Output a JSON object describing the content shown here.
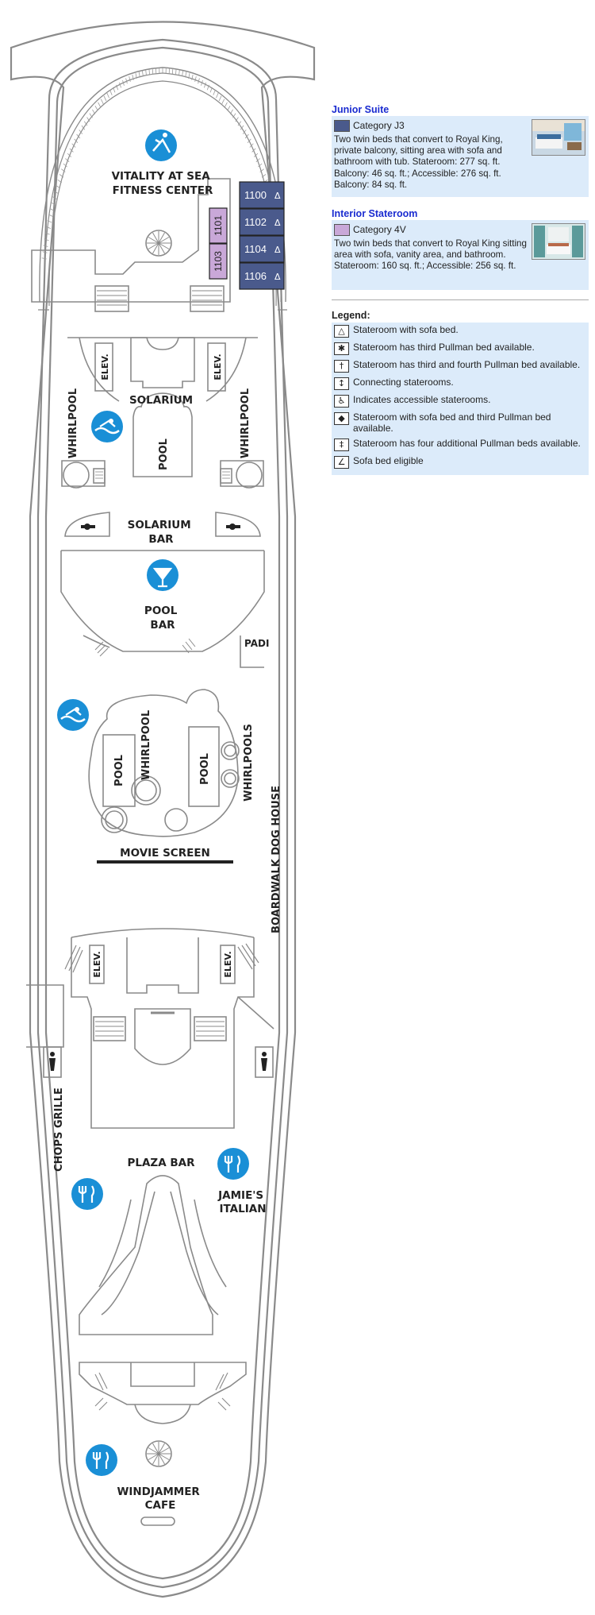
{
  "deck_labels": {
    "fitness_center": [
      "VITALITY AT SEA",
      "FITNESS CENTER"
    ],
    "solarium": "SOLARIUM",
    "whirlpool_left": "WHIRLPOOL",
    "whirlpool_right": "WHIRLPOOL",
    "pool_upper": "POOL",
    "solarium_bar": [
      "SOLARIUM",
      "BAR"
    ],
    "pool_bar": [
      "POOL",
      "BAR"
    ],
    "padi": "PADI",
    "pool_left": "POOL",
    "whirlpool_center": "WHIRLPOOL",
    "pool_right": "POOL",
    "whirlpools": "WHIRLPOOLS",
    "movie_screen": "MOVIE SCREEN",
    "boardwalk_dog_house": "BOARDWALK DOG HOUSE",
    "elev_top_left": "ELEV.",
    "elev_top_right": "ELEV.",
    "elev_mid_left": "ELEV.",
    "elev_mid_right": "ELEV.",
    "chops_grille": "CHOPS GRILLE",
    "plaza_bar": "PLAZA BAR",
    "jamies_italian": [
      "JAMIE'S",
      "ITALIAN"
    ],
    "windjammer_cafe": [
      "WINDJAMMER",
      "CAFE"
    ]
  },
  "staterooms": {
    "suites": [
      {
        "number": "1100",
        "mark": "Δ"
      },
      {
        "number": "1102",
        "mark": "Δ"
      },
      {
        "number": "1104",
        "mark": "Δ"
      },
      {
        "number": "1106",
        "mark": "Δ"
      }
    ],
    "interior": [
      "1101",
      "1103"
    ]
  },
  "categories": [
    {
      "title": "Junior Suite",
      "code": "Category J3",
      "color": "#4a5a8c",
      "description": "Two twin beds that convert to Royal King, private balcony, sitting area with sofa and bathroom with tub. Stateroom: 277 sq. ft. Balcony: 46 sq. ft.; Accessible: 276 sq. ft. Balcony: 84 sq. ft."
    },
    {
      "title": "Interior Stateroom",
      "code": "Category 4V",
      "color": "#c9a8d8",
      "description": "Two twin beds that convert to Royal King sitting area with sofa, vanity area, and bathroom. Stateroom: 160 sq. ft.; Accessible: 256 sq. ft."
    }
  ],
  "legend": {
    "title": "Legend:",
    "items": [
      {
        "icon": "triangle-icon",
        "symbol": "△",
        "text": "Stateroom with sofa bed."
      },
      {
        "icon": "asterisk-icon",
        "symbol": "✱",
        "text": "Stateroom has third Pullman bed available."
      },
      {
        "icon": "dagger-icon",
        "symbol": "†",
        "text": "Stateroom has third and fourth Pullman bed available."
      },
      {
        "icon": "connecting-arrow-icon",
        "symbol": "↕",
        "text": "Connecting staterooms."
      },
      {
        "icon": "wheelchair-icon",
        "symbol": "♿",
        "text": "Indicates accessible staterooms."
      },
      {
        "icon": "diamond-icon",
        "symbol": "◆",
        "text": "Stateroom with sofa bed and third Pullman bed available."
      },
      {
        "icon": "double-dagger-icon",
        "symbol": "‡",
        "text": "Stateroom has four additional Pullman beds available."
      },
      {
        "icon": "sofa-bed-icon",
        "symbol": "∠",
        "text": "Sofa bed eligible"
      }
    ]
  },
  "colors": {
    "icon_blue": "#1a8fd6",
    "hull_stroke": "#8a8a8a",
    "panel_bg": "#dcebfa",
    "title_blue": "#1a2bd0"
  }
}
